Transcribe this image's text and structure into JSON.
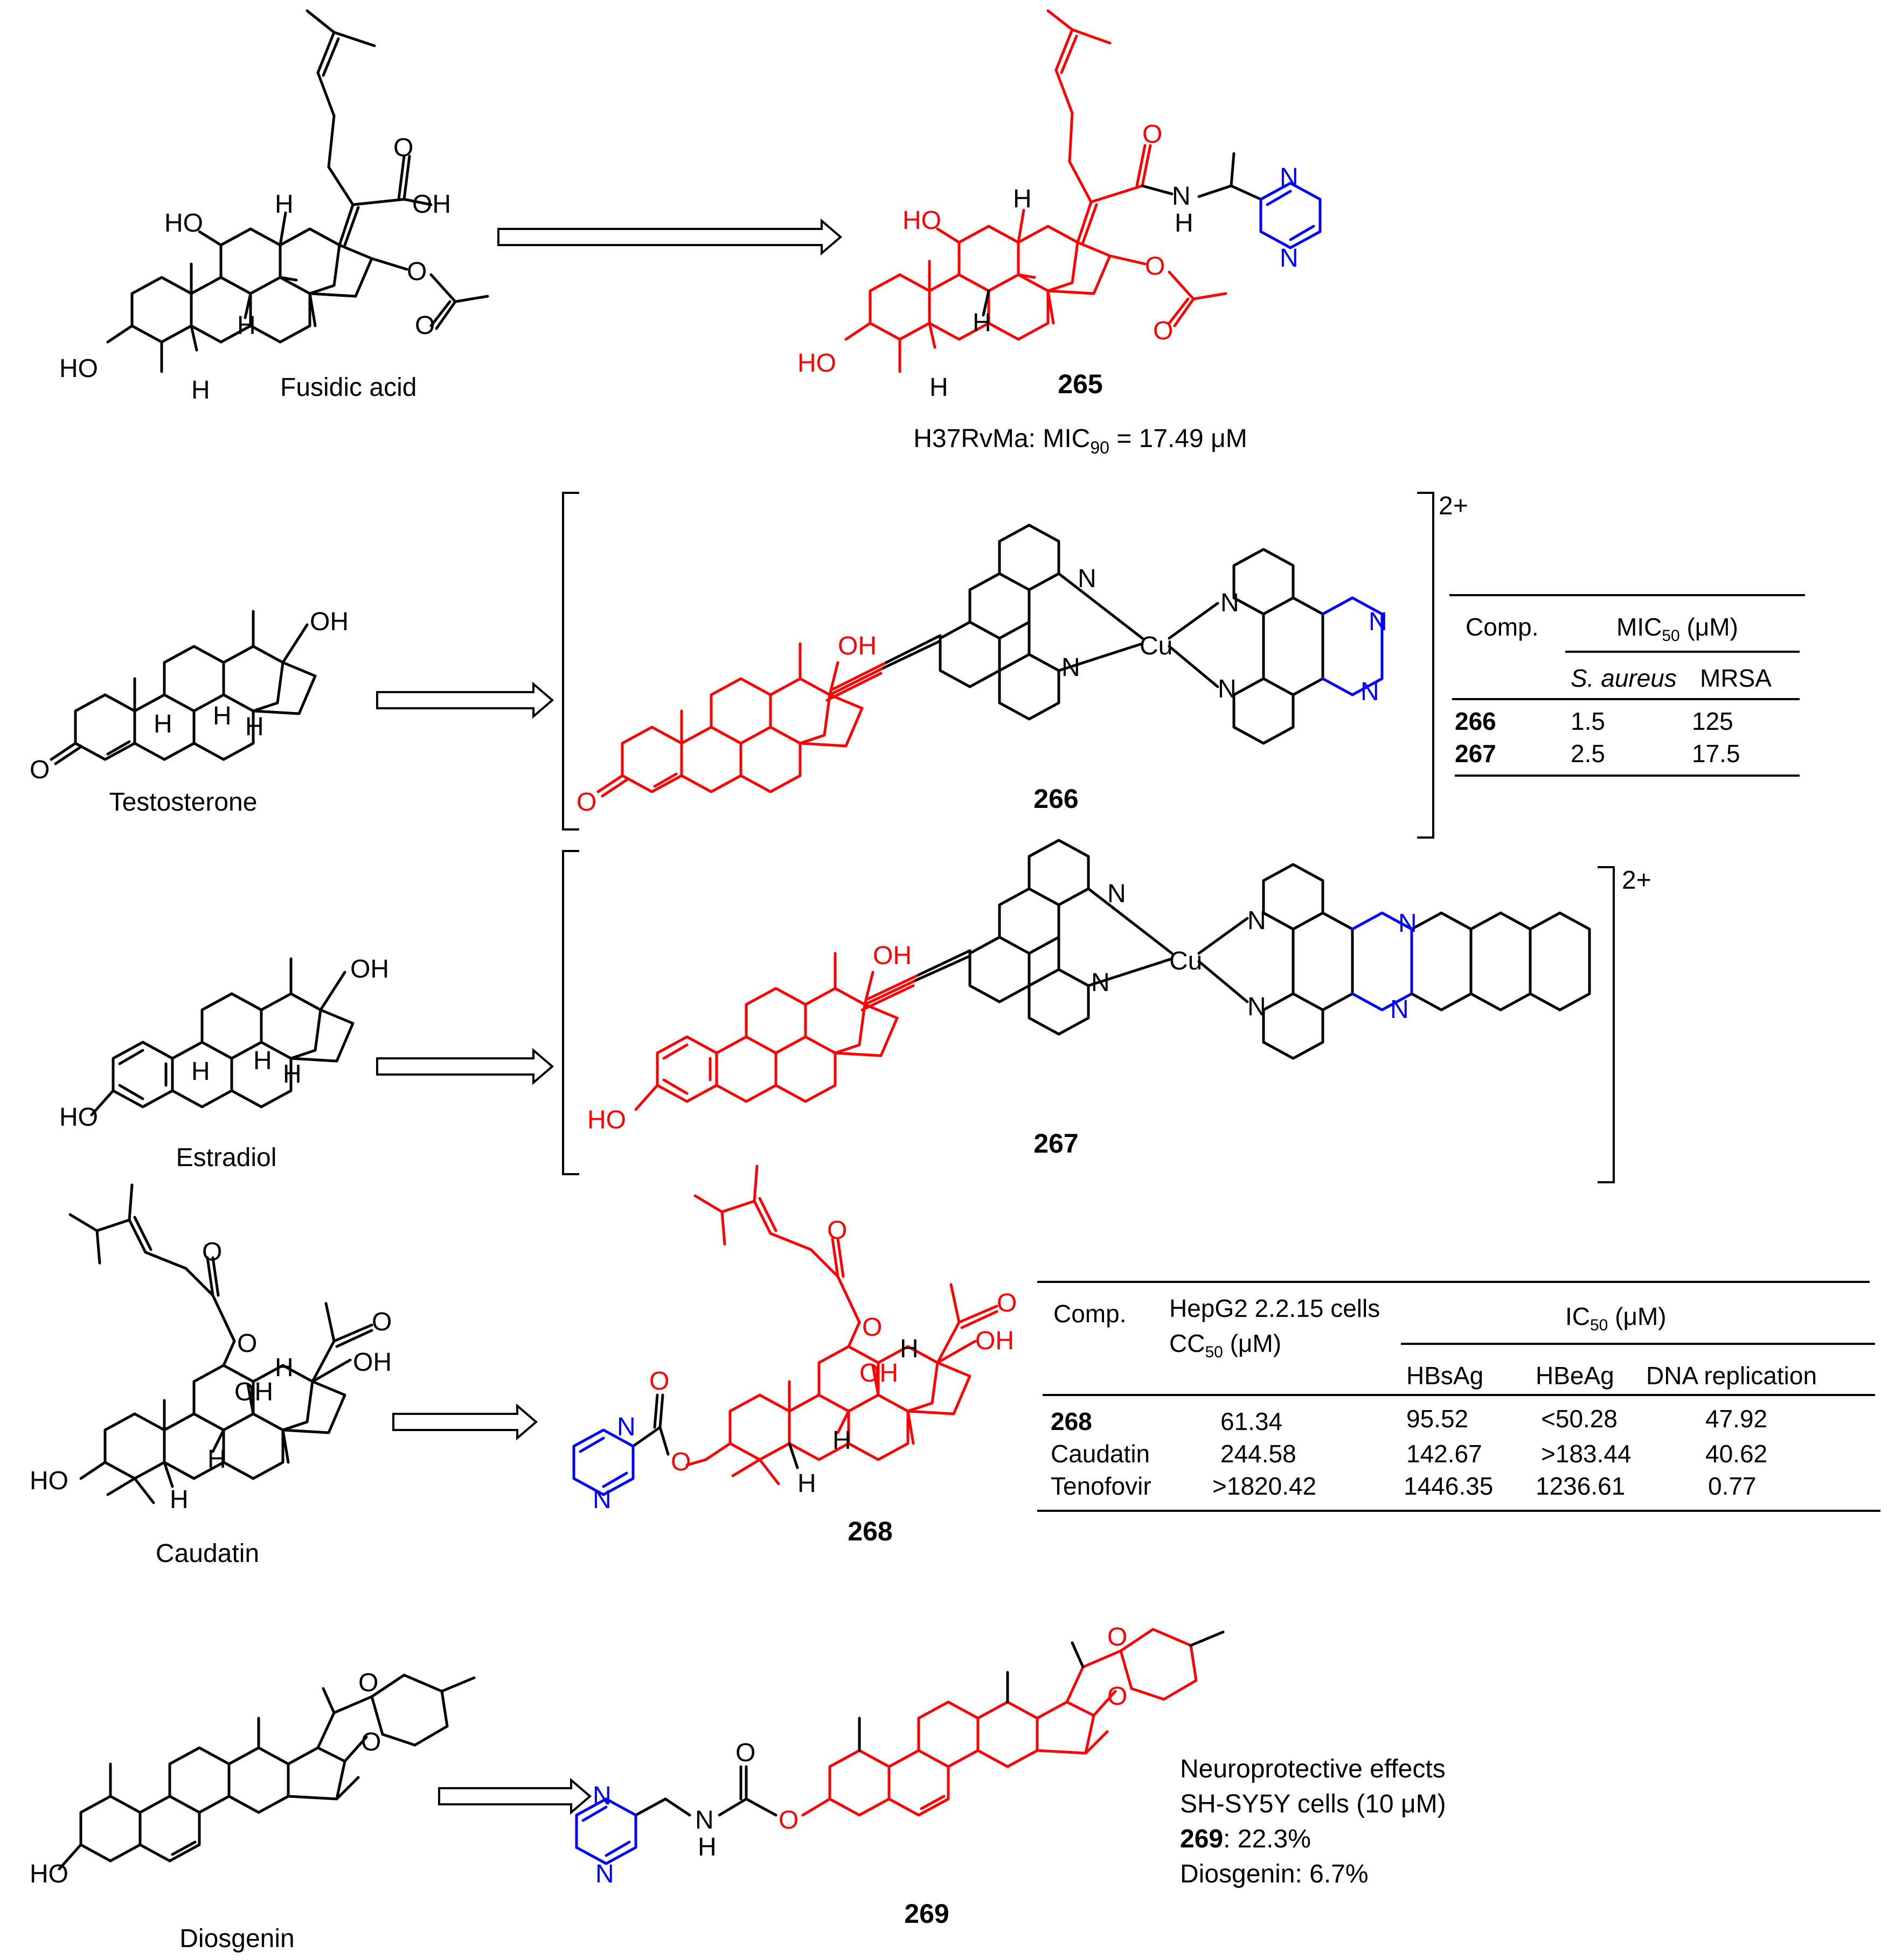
{
  "row1": {
    "start_label": "Fusidic acid",
    "start_atoms": {
      "acid": "OH",
      "ho11": "HO",
      "ho3": "HO",
      "h": "H"
    },
    "product_number": "265",
    "product_atoms": {
      "amide_n": "N",
      "amide_h": "H",
      "pyrazine_n": "N",
      "ho11": "HO",
      "ho3": "HO",
      "h": "H"
    },
    "activity_prefix": "H37RvMa: MIC",
    "activity_sub": "90",
    "activity_value": " = 17.49 μM"
  },
  "row2": {
    "start_label": "Testosterone",
    "start_atoms": {
      "oh": "OH",
      "h": "H",
      "o": "O"
    },
    "product_number": "266",
    "charge": "2+",
    "product_atoms": {
      "oh": "OH",
      "o": "O",
      "n": "N",
      "cu": "Cu"
    },
    "table": {
      "header_comp": "Comp.",
      "header_mic": "MIC",
      "header_mic_sub": "50",
      "header_mic_unit": " (μM)",
      "sub_col1": "S. aureus",
      "sub_col2": "MRSA",
      "rows": [
        {
          "comp": "266",
          "s_aureus": "1.5",
          "mrsa": "125"
        },
        {
          "comp": "267",
          "s_aureus": "2.5",
          "mrsa": "17.5"
        }
      ]
    }
  },
  "row3": {
    "start_label": "Estradiol",
    "start_atoms": {
      "oh": "OH",
      "ho": "HO",
      "h": "H"
    },
    "product_number": "267",
    "charge": "2+",
    "product_atoms": {
      "oh": "OH",
      "ho": "HO",
      "n": "N",
      "cu": "Cu"
    }
  },
  "row4": {
    "start_label": "Caudatin",
    "start_atoms": {
      "o": "O",
      "oh": "OH",
      "ho": "HO",
      "h": "H"
    },
    "product_number": "268",
    "product_atoms": {
      "o": "O",
      "oh": "OH",
      "n": "N",
      "h": "H"
    },
    "table": {
      "header_comp": "Comp.",
      "header_cc_line1": "HepG2 2.2.15 cells",
      "header_cc_prefix": "CC",
      "header_cc_sub": "50",
      "header_cc_unit": " (μM)",
      "header_ic_prefix": "IC",
      "header_ic_sub": "50",
      "header_ic_unit": " (μM)",
      "sub_hbsag": "HBsAg",
      "sub_hbeag": "HBeAg",
      "sub_dna": "DNA replication",
      "rows": [
        {
          "comp": "268",
          "cc50": "61.34",
          "hbsag": "95.52",
          "hbeag": "<50.28",
          "dna": "47.92"
        },
        {
          "comp": "Caudatin",
          "cc50": "244.58",
          "hbsag": "142.67",
          "hbeag": ">183.44",
          "dna": "40.62"
        },
        {
          "comp": "Tenofovir",
          "cc50": ">1820.42",
          "hbsag": "1446.35",
          "hbeag": "1236.61",
          "dna": "0.77"
        }
      ]
    }
  },
  "row5": {
    "start_label": "Diosgenin",
    "start_atoms": {
      "o": "O",
      "ho": "HO"
    },
    "product_number": "269",
    "product_atoms": {
      "o": "O",
      "n": "N",
      "nh_n": "N",
      "nh_h": "H"
    },
    "activity_line1": "Neuroprotective effects",
    "activity_line2": "SH-SY5Y cells (10 μM)",
    "activity_line3_bold": "269",
    "activity_line3_rest": ": 22.3%",
    "activity_line4": "Diosgenin: 6.7%"
  },
  "colors": {
    "scaffold": "#ff0000",
    "pyrazine": "#0000ff",
    "ink": "#000000"
  }
}
